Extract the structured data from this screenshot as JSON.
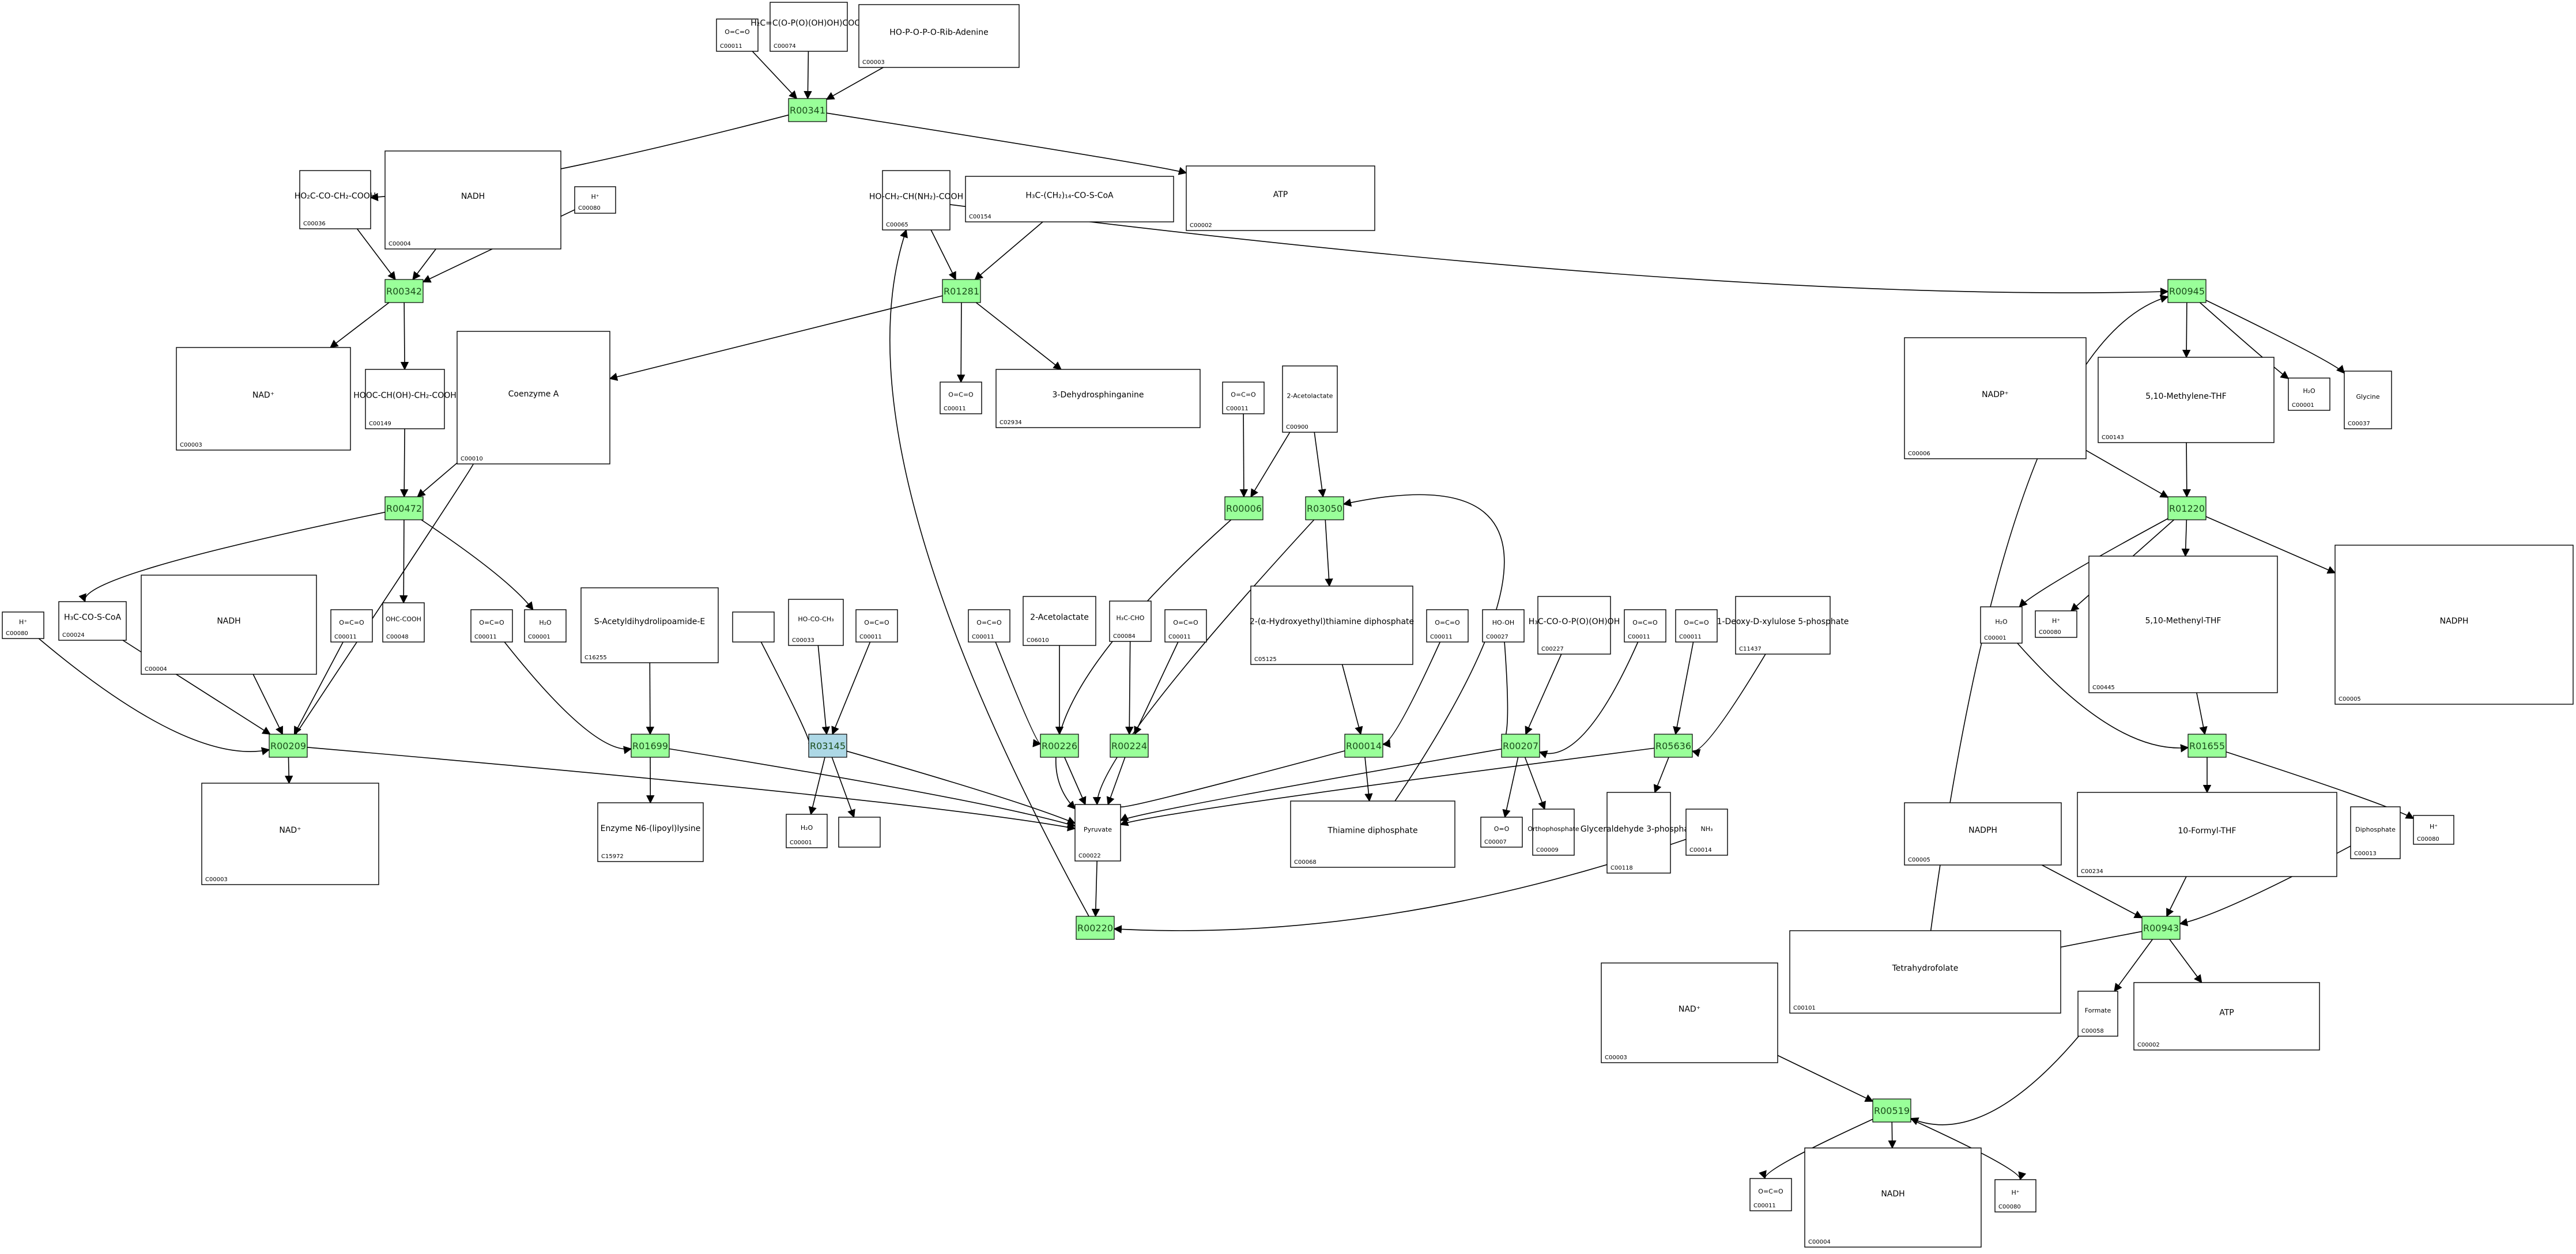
{
  "colors": {
    "reaction_fill": "#99ff99",
    "reaction_selected_fill": "#add8e6",
    "reaction_text": "#1a4d1a",
    "edge": "#000000",
    "box": "#000000",
    "label": "#000000"
  },
  "reactions": [
    {
      "id": "R00341",
      "label": "R00341"
    },
    {
      "id": "R00342",
      "label": "R00342"
    },
    {
      "id": "R01281",
      "label": "R01281"
    },
    {
      "id": "R00945",
      "label": "R00945"
    },
    {
      "id": "R00472",
      "label": "R00472"
    },
    {
      "id": "R00006",
      "label": "R00006"
    },
    {
      "id": "R03050",
      "label": "R03050"
    },
    {
      "id": "R01220",
      "label": "R01220"
    },
    {
      "id": "R00209",
      "label": "R00209"
    },
    {
      "id": "R01699",
      "label": "R01699"
    },
    {
      "id": "R03145",
      "label": "R03145"
    },
    {
      "id": "R00226",
      "label": "R00226"
    },
    {
      "id": "R00224",
      "label": "R00224"
    },
    {
      "id": "R00014",
      "label": "R00014"
    },
    {
      "id": "R00207",
      "label": "R00207"
    },
    {
      "id": "R05636",
      "label": "R05636"
    },
    {
      "id": "R01655",
      "label": "R01655"
    },
    {
      "id": "R00220",
      "label": "R00220"
    },
    {
      "id": "R00943",
      "label": "R00943"
    },
    {
      "id": "R00519",
      "label": "R00519"
    }
  ],
  "compounds": [
    {
      "key": "c_R00341_a",
      "label": "C00011",
      "formula": "O=C=O"
    },
    {
      "key": "c_R00341_b",
      "label": "C00074",
      "formula": "H₂C=C(O-P(O)(OH)OH)COOH"
    },
    {
      "key": "c_R00341_c",
      "label": "C00003",
      "formula": "HO-P-O-P-O-Rib-Adenine"
    },
    {
      "key": "c_R00342_a",
      "label": "C00036",
      "formula": "HO₂C-CO-CH₂-COOH"
    },
    {
      "key": "c_R00342_b",
      "label": "C00004",
      "formula": "NADH"
    },
    {
      "key": "c_R00342_c",
      "label": "C00080",
      "formula": "H⁺"
    },
    {
      "key": "c_R00341_p",
      "label": "C00002",
      "formula": "ATP"
    },
    {
      "key": "c_R01281_a",
      "label": "C00065",
      "formula": "HO-CH₂-CH(NH₂)-COOH"
    },
    {
      "key": "c_R01281_b",
      "label": "C00154",
      "formula": "H₃C-(CH₂)₁₄-CO-S-CoA"
    },
    {
      "key": "c_R00342_p",
      "label": "C00003",
      "formula": "NAD⁺"
    },
    {
      "key": "c_R00342_q",
      "label": "C00149",
      "formula": "HOOC-CH(OH)-CH₂-COOH"
    },
    {
      "key": "c_coa",
      "label": "C00010",
      "formula": "Coenzyme A"
    },
    {
      "key": "c_R01281_p",
      "label": "C00011",
      "formula": "O=C=O"
    },
    {
      "key": "c_R01281_q",
      "label": "C02934",
      "formula": "3-Dehydrosphinganine"
    },
    {
      "key": "c_R00006_a",
      "label": "C00011",
      "formula": "O=C=O"
    },
    {
      "key": "c_R00006_b",
      "label": "C00900",
      "formula": "2-Acetolactate"
    },
    {
      "key": "c_R00945_a",
      "label": "C00006",
      "formula": "NADP⁺"
    },
    {
      "key": "c_R00945_b",
      "label": "C00143",
      "formula": "5,10-Methylene-THF"
    },
    {
      "key": "c_R00945_c",
      "label": "C00001",
      "formula": "H₂O"
    },
    {
      "key": "c_R00945_d",
      "label": "C00037",
      "formula": "Glycine"
    },
    {
      "key": "c_R00209_a",
      "label": "C00080",
      "formula": "H⁺"
    },
    {
      "key": "c_R00209_b",
      "label": "C00024",
      "formula": "H₃C-CO-S-CoA"
    },
    {
      "key": "c_R00209_c",
      "label": "C00004",
      "formula": "NADH"
    },
    {
      "key": "c_R00209_d",
      "label": "C00011",
      "formula": "O=C=O"
    },
    {
      "key": "c_R00472_p",
      "label": "C00048",
      "formula": "OHC-COOH"
    },
    {
      "key": "c_R00472_q",
      "label": "C00001",
      "formula": "H₂O"
    },
    {
      "key": "c_R01699_a",
      "label": "C00011",
      "formula": "O=C=O"
    },
    {
      "key": "c_R01699_b",
      "label": "C16255",
      "formula": "S-Acetyldihydrolipoamide-E"
    },
    {
      "key": "c_R03145_a",
      "label": "",
      "formula": ""
    },
    {
      "key": "c_R03145_b",
      "label": "C00033",
      "formula": "HO-CO-CH₃"
    },
    {
      "key": "c_R03145_c",
      "label": "C00011",
      "formula": "O=C=O"
    },
    {
      "key": "c_R00226_a",
      "label": "C00011",
      "formula": "O=C=O"
    },
    {
      "key": "c_R00226_b",
      "label": "C06010",
      "formula": "2-Acetolactate"
    },
    {
      "key": "c_R00224_a",
      "label": "C00084",
      "formula": "H₃C-CHO"
    },
    {
      "key": "c_R00224_b",
      "label": "C00011",
      "formula": "O=C=O"
    },
    {
      "key": "c_R03050_p",
      "label": "C05125",
      "formula": "2-(α-Hydroxyethyl)thiamine diphosphate"
    },
    {
      "key": "c_R00014_a",
      "label": "C00011",
      "formula": "O=C=O"
    },
    {
      "key": "c_R00207_a",
      "label": "C00027",
      "formula": "HO-OH"
    },
    {
      "key": "c_R00207_b",
      "label": "C00227",
      "formula": "H₃C-CO-O-P(O)(OH)OH"
    },
    {
      "key": "c_R05636_a",
      "label": "C00011",
      "formula": "O=C=O"
    },
    {
      "key": "c_R05636_b",
      "label": "C00011",
      "formula": "O=C=O"
    },
    {
      "key": "c_R05636_c",
      "label": "C11437",
      "formula": "1-Deoxy-D-xylulose 5-phosphate"
    },
    {
      "key": "c_R01220_p",
      "label": "C00001",
      "formula": "H₂O"
    },
    {
      "key": "c_R01220_q",
      "label": "C00080",
      "formula": "H⁺"
    },
    {
      "key": "c_R01220_r",
      "label": "C00445",
      "formula": "5,10-Methenyl-THF"
    },
    {
      "key": "c_R01220_s",
      "label": "C00005",
      "formula": "NADPH"
    },
    {
      "key": "c_R00209_p",
      "label": "C00003",
      "formula": "NAD⁺"
    },
    {
      "key": "c_R01699_p",
      "label": "C15972",
      "formula": "Enzyme N6-(lipoyl)lysine"
    },
    {
      "key": "c_R03145_p",
      "label": "C00001",
      "formula": "H₂O"
    },
    {
      "key": "c_R03145_q",
      "label": "",
      "formula": ""
    },
    {
      "key": "c_pyr",
      "label": "C00022",
      "formula": "Pyruvate"
    },
    {
      "key": "c_R00014_p",
      "label": "C00068",
      "formula": "Thiamine diphosphate"
    },
    {
      "key": "c_R00207_p",
      "label": "C00007",
      "formula": "O=O"
    },
    {
      "key": "c_R00207_q",
      "label": "C00009",
      "formula": "Orthophosphate"
    },
    {
      "key": "c_R05636_p",
      "label": "C00118",
      "formula": "Glyceraldehyde 3-phosphate"
    },
    {
      "key": "c_R05636_q",
      "label": "C00014",
      "formula": "NH₃"
    },
    {
      "key": "c_R01655_a",
      "label": "C00005",
      "formula": "NADPH"
    },
    {
      "key": "c_R01655_b",
      "label": "C00234",
      "formula": "10-Formyl-THF"
    },
    {
      "key": "c_R01655_c",
      "label": "C00013",
      "formula": "Diphosphate"
    },
    {
      "key": "c_R01655_p",
      "label": "C00080",
      "formula": "H⁺"
    },
    {
      "key": "c_R00943_p",
      "label": "C00101",
      "formula": "Tetrahydrofolate"
    },
    {
      "key": "c_R00943_q",
      "label": "C00058",
      "formula": "Formate"
    },
    {
      "key": "c_R00943_r",
      "label": "C00002",
      "formula": "ATP"
    },
    {
      "key": "c_R00519_a",
      "label": "C00003",
      "formula": "NAD⁺"
    },
    {
      "key": "c_R00519_p",
      "label": "C00011",
      "formula": "O=C=O"
    },
    {
      "key": "c_R00519_q",
      "label": "C00004",
      "formula": "NADH"
    },
    {
      "key": "c_R00519_r",
      "label": "C00080",
      "formula": "H⁺"
    }
  ]
}
